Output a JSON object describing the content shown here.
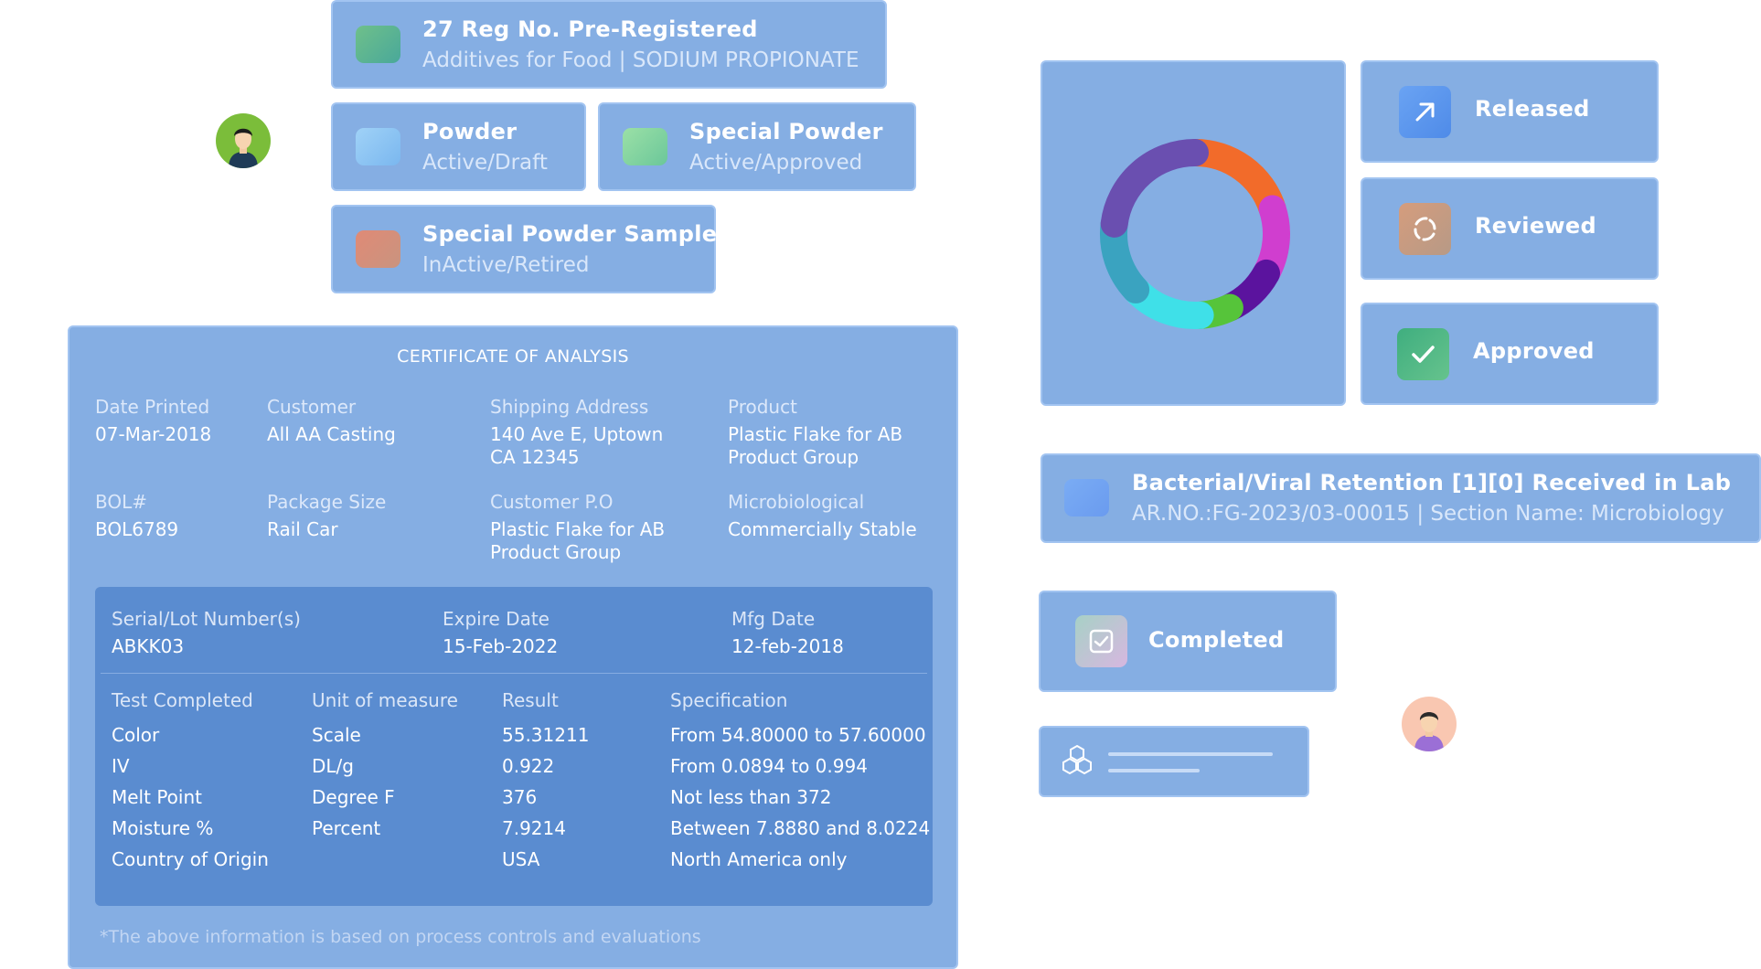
{
  "colors": {
    "card_bg": "#85aee3",
    "card_border": "#a2c4f1",
    "inner_panel": "#5a8cd0",
    "text": "#ffffff"
  },
  "product_cards": [
    {
      "title": "27 Reg No. Pre-Registered",
      "subtitle": "Additives for Food | SODIUM PROPIONATE",
      "swatch_color": "#55b48a"
    },
    {
      "title": "Powder",
      "subtitle": "Active/Draft",
      "swatch_color": "#8ccaf5"
    },
    {
      "title": "Special Powder",
      "subtitle": "Active/Approved",
      "swatch_color": "#86d89e"
    },
    {
      "title": "Special Powder Sample",
      "subtitle": "InActive/Retired",
      "swatch_color": "#d8887a"
    }
  ],
  "statuses": [
    {
      "label": "Released",
      "icon": "arrow-up-right-icon",
      "icon_color": "#5b97f0"
    },
    {
      "label": "Reviewed",
      "icon": "refresh-icon",
      "icon_color": "#c49a7a"
    },
    {
      "label": "Approved",
      "icon": "check-icon",
      "icon_color": "#4db382"
    }
  ],
  "donut": {
    "segments": [
      {
        "color": "#f26b2a",
        "fraction": 0.2
      },
      {
        "color": "#d03ecf",
        "fraction": 0.13
      },
      {
        "color": "#5b139e",
        "fraction": 0.1
      },
      {
        "color": "#56c43a",
        "fraction": 0.06
      },
      {
        "color": "#3fe0e8",
        "fraction": 0.14
      },
      {
        "color": "#3aa3c0",
        "fraction": 0.14
      },
      {
        "color": "#6a4fb0",
        "fraction": 0.23
      }
    ]
  },
  "lab_card": {
    "title": "Bacterial/Viral Retention [1][0] Received in Lab",
    "subtitle": "AR.NO.:FG-2023/03-00015 | Section Name: Microbiology",
    "swatch_color": "#6d9ff0"
  },
  "completed": {
    "label": "Completed",
    "icon": "checkbox-icon"
  },
  "placeholder_card": {
    "icon": "hexagons-icon"
  },
  "certificate": {
    "title": "CERTIFICATE OF ANALYSIS",
    "fields": [
      {
        "label": "Date Printed",
        "value": "07-Mar-2018"
      },
      {
        "label": "Customer",
        "value": "All AA Casting"
      },
      {
        "label": "Shipping Address",
        "value": "140 Ave E, Uptown",
        "value2": "CA 12345"
      },
      {
        "label": "Product",
        "value": "Plastic Flake for AB",
        "value2": "Product Group"
      },
      {
        "label": "BOL#",
        "value": "BOL6789"
      },
      {
        "label": "Package Size",
        "value": "Rail Car"
      },
      {
        "label": "Customer P.O",
        "value": "Plastic Flake for AB",
        "value2": "Product Group"
      },
      {
        "label": "Microbiological",
        "value": "Commercially Stable"
      }
    ],
    "lot": {
      "serial_label": "Serial/Lot Number(s)",
      "serial_value": "ABKK03",
      "expire_label": "Expire Date",
      "expire_value": "15-Feb-2022",
      "mfg_label": "Mfg Date",
      "mfg_value": "12-feb-2018"
    },
    "table": {
      "headers": [
        "Test Completed",
        "Unit of measure",
        "Result",
        "Specification"
      ],
      "rows": [
        [
          "Color",
          "Scale",
          "55.31211",
          "From 54.80000 to 57.60000"
        ],
        [
          "IV",
          "DL/g",
          "0.922",
          "From 0.0894 to 0.994"
        ],
        [
          "Melt Point",
          "Degree F",
          "376",
          "Not less than 372"
        ],
        [
          "Moisture %",
          "Percent",
          "7.9214",
          "Between 7.8880 and 8.0224"
        ],
        [
          "Country of Origin",
          "",
          "USA",
          "North America only"
        ]
      ]
    },
    "note": "*The above information is based on process controls and evaluations"
  }
}
